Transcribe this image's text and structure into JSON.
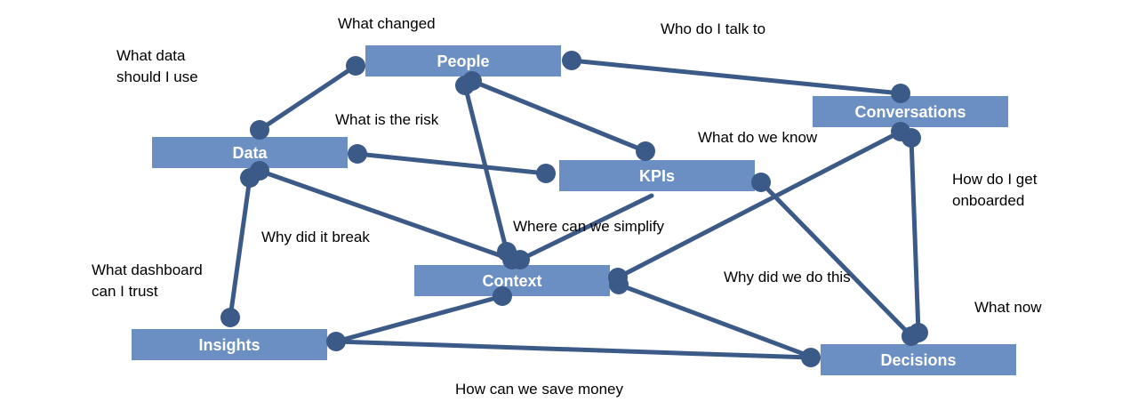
{
  "colors": {
    "box": "#6B8FC3",
    "line": "#3C5A87",
    "dot": "#3C5A87",
    "label": "#ffffff",
    "text": "#000000"
  },
  "nodes": {
    "people": "People",
    "conversations": "Conversations",
    "data": "Data",
    "kpis": "KPIs",
    "context": "Context",
    "insights": "Insights",
    "decisions": "Decisions"
  },
  "questions": {
    "what_changed": "What changed",
    "who_do_i_talk_to": "Who do I talk to",
    "what_data_line1": "What data",
    "what_data_line2": "should I use",
    "what_is_the_risk": "What is the risk",
    "what_do_we_know": "What do we know",
    "how_onboarded_line1": "How do I get",
    "how_onboarded_line2": "onboarded",
    "why_did_it_break": "Why did it break",
    "where_simplify": "Where can we simplify",
    "what_dashboard_line1": "What dashboard",
    "what_dashboard_line2": "can I trust",
    "why_did_we_do_this": "Why did we do this",
    "what_now": "What now",
    "how_save_money": "How can we save money"
  },
  "connections": [
    [
      "people",
      "conversations"
    ],
    [
      "people",
      "data"
    ],
    [
      "people",
      "kpis"
    ],
    [
      "people",
      "context"
    ],
    [
      "data",
      "kpis"
    ],
    [
      "data",
      "context"
    ],
    [
      "data",
      "insights"
    ],
    [
      "kpis",
      "context"
    ],
    [
      "kpis",
      "decisions"
    ],
    [
      "conversations",
      "context"
    ],
    [
      "conversations",
      "decisions"
    ],
    [
      "context",
      "insights"
    ],
    [
      "context",
      "decisions"
    ],
    [
      "insights",
      "decisions"
    ]
  ]
}
